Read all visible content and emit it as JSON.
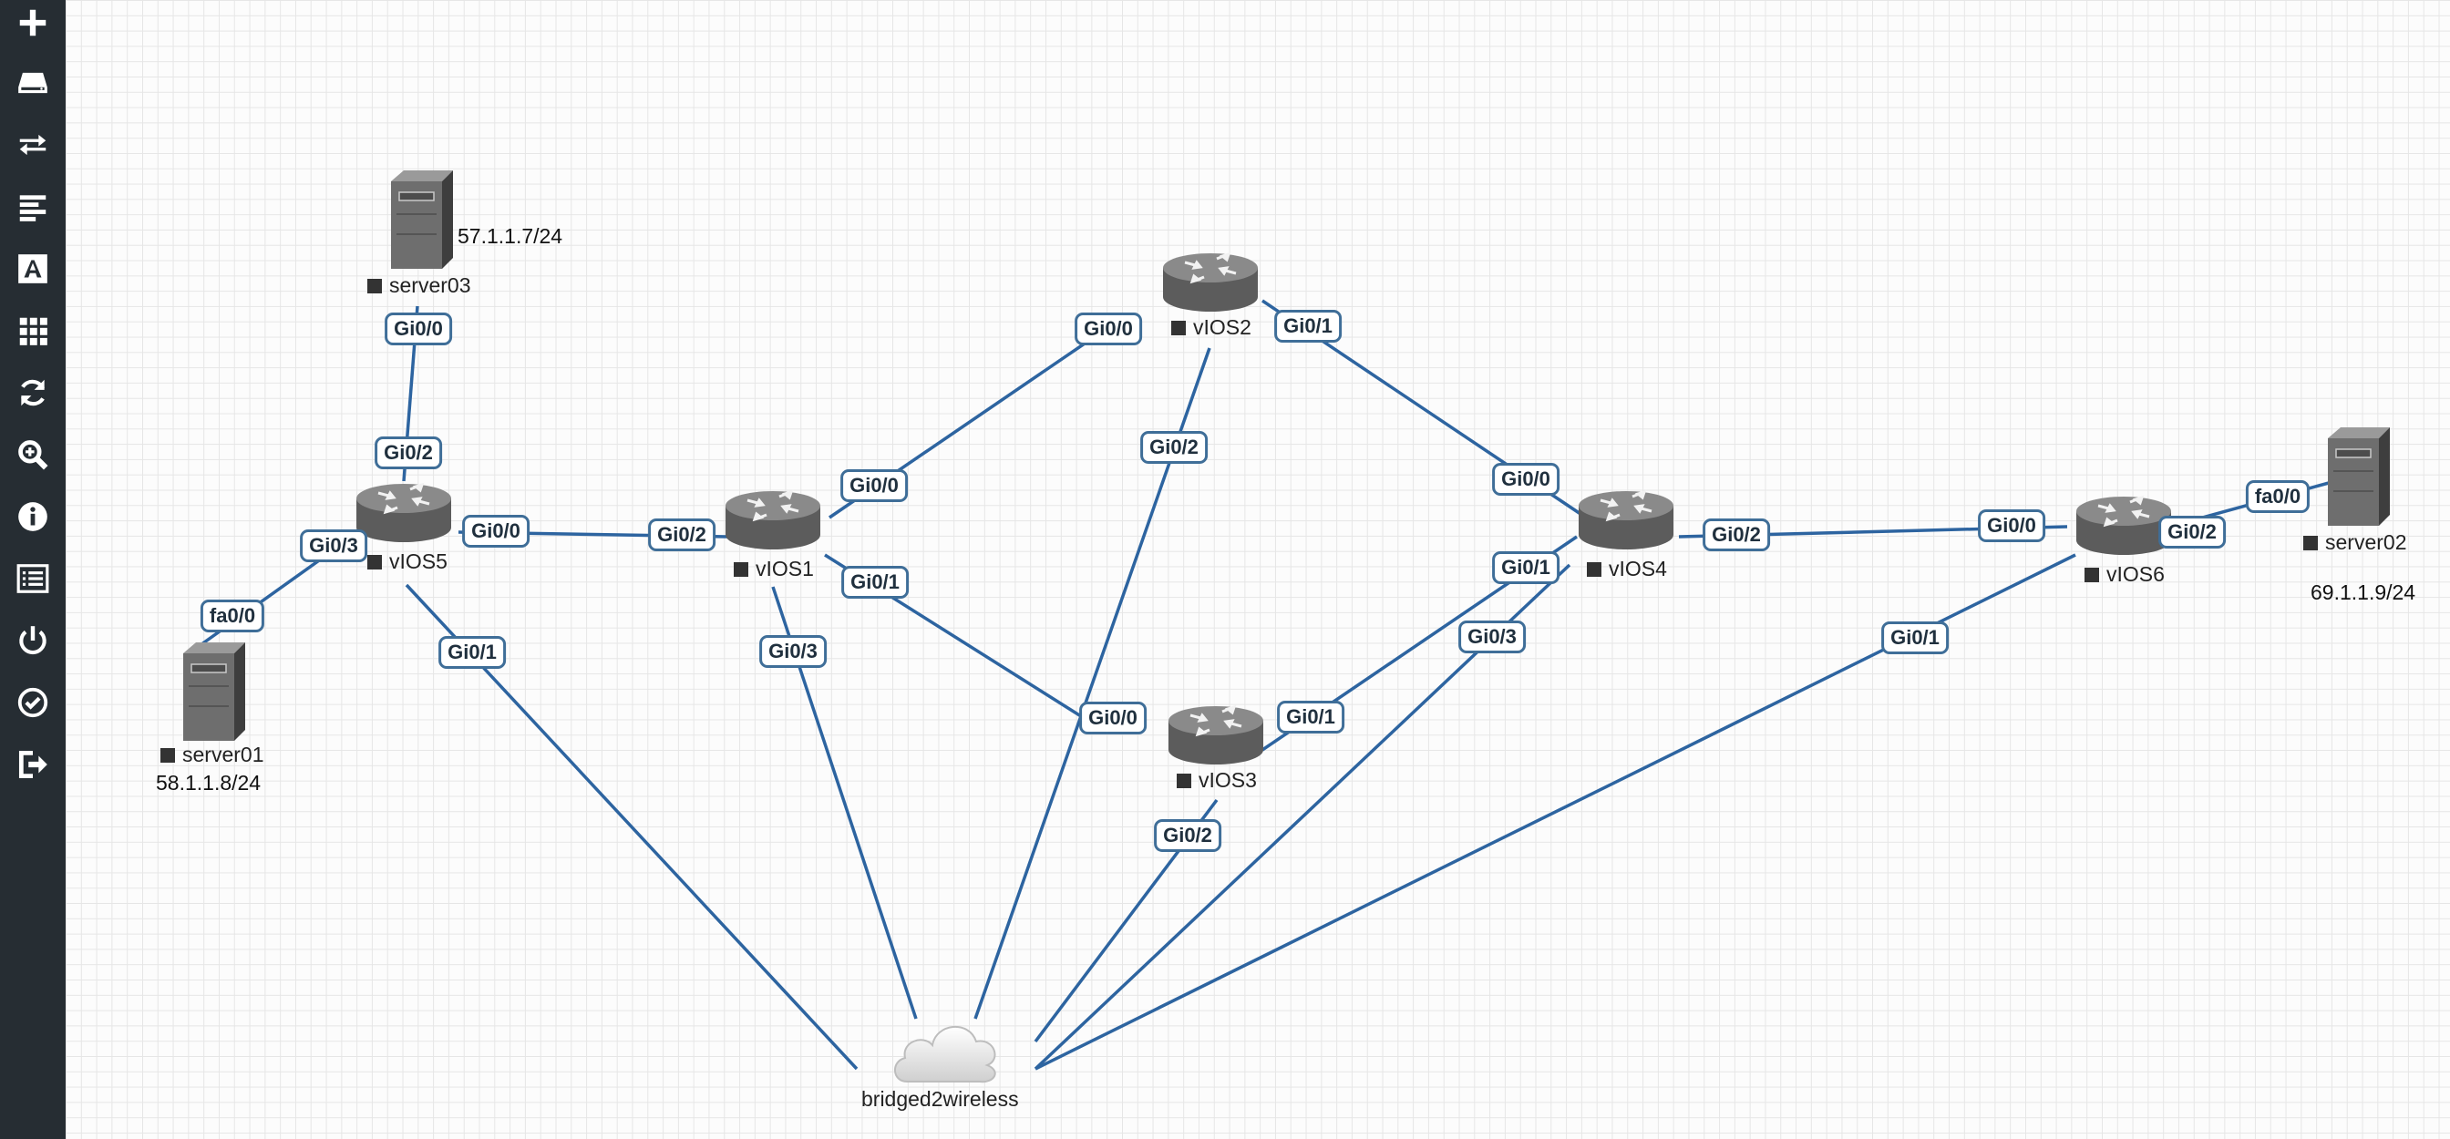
{
  "sidebar": {
    "items": [
      {
        "icon": "plus-icon",
        "title": "Add an object"
      },
      {
        "icon": "drive-icon",
        "title": "Nodes"
      },
      {
        "icon": "transfer-icon",
        "title": "Networks"
      },
      {
        "icon": "align-left-icon",
        "title": "Startup-configs"
      },
      {
        "icon": "text-icon",
        "title": "Text"
      },
      {
        "icon": "grid-icon",
        "title": "Pictures"
      },
      {
        "icon": "refresh-icon",
        "title": "Refresh"
      },
      {
        "icon": "zoom-icon",
        "title": "Zoom"
      },
      {
        "icon": "info-icon",
        "title": "Info"
      },
      {
        "icon": "list-icon",
        "title": "Lab list"
      },
      {
        "icon": "power-icon",
        "title": "Power"
      },
      {
        "icon": "check-icon",
        "title": "Status"
      },
      {
        "icon": "logout-icon",
        "title": "Close lab"
      }
    ]
  },
  "nodes": {
    "vios1": {
      "label": "vIOS1"
    },
    "vios2": {
      "label": "vIOS2"
    },
    "vios3": {
      "label": "vIOS3"
    },
    "vios4": {
      "label": "vIOS4"
    },
    "vios5": {
      "label": "vIOS5"
    },
    "vios6": {
      "label": "vIOS6"
    },
    "server01": {
      "label": "server01",
      "ip": "58.1.1.8/24"
    },
    "server02": {
      "label": "server02",
      "ip": "69.1.1.9/24"
    },
    "server03": {
      "label": "server03",
      "ip": "57.1.1.7/24"
    },
    "cloud": {
      "label": "bridged2wireless"
    }
  },
  "interfaces": {
    "server03_gi00": "Gi0/0",
    "vios5_gi02": "Gi0/2",
    "vios5_gi03": "Gi0/3",
    "vios5_gi00": "Gi0/0",
    "vios5_gi01": "Gi0/1",
    "server01_fa00": "fa0/0",
    "vios1_gi02": "Gi0/2",
    "vios1_gi00": "Gi0/0",
    "vios1_gi01": "Gi0/1",
    "vios1_gi03": "Gi0/3",
    "vios2_gi00": "Gi0/0",
    "vios2_gi01": "Gi0/1",
    "vios2_gi02": "Gi0/2",
    "vios3_gi00": "Gi0/0",
    "vios3_gi01": "Gi0/1",
    "vios3_gi02": "Gi0/2",
    "vios4_gi00": "Gi0/0",
    "vios4_gi01": "Gi0/1",
    "vios4_gi02": "Gi0/2",
    "vios4_gi03": "Gi0/3",
    "vios6_gi00": "Gi0/0",
    "vios6_gi02": "Gi0/2",
    "vios6_gi01": "Gi0/1",
    "server02_fa00": "fa0/0"
  },
  "colors": {
    "sidebar_bg": "#262d33",
    "link": "#2d64a0",
    "iface_border": "#3f6e98",
    "router_body": "#6f6f6f"
  }
}
